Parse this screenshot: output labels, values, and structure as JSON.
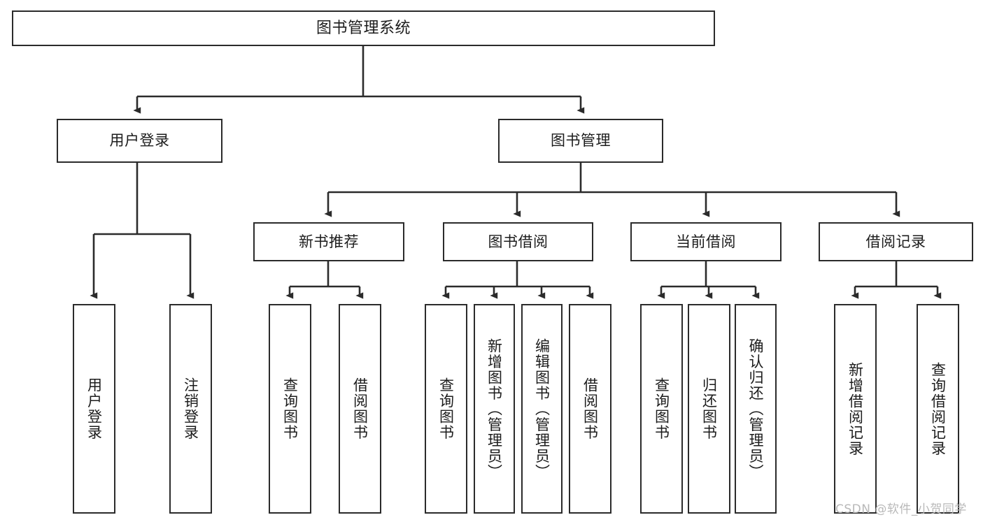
{
  "diagram": {
    "type": "tree-hierarchy",
    "title": "图书管理系统",
    "colors": {
      "stroke": "#2b2b2b",
      "fill": "#ffffff",
      "text": "#1c1c1c",
      "watermark": "#b9b9b9"
    },
    "watermark": "CSDN @软件_小贺同学",
    "levels": {
      "root": {
        "label": "图书管理系统"
      },
      "level1": [
        {
          "label": "用户登录"
        },
        {
          "label": "图书管理"
        }
      ],
      "level2": [
        {
          "label": "新书推荐"
        },
        {
          "label": "图书借阅"
        },
        {
          "label": "当前借阅"
        },
        {
          "label": "借阅记录"
        }
      ],
      "leaves": {
        "user_login": [
          {
            "label": "用户登录"
          },
          {
            "label": "注销登录"
          }
        ],
        "new_book_recommend": [
          {
            "label": "查询图书"
          },
          {
            "label": "借阅图书"
          }
        ],
        "book_borrow": [
          {
            "label": "查询图书"
          },
          {
            "label": "新增图书（管理员）"
          },
          {
            "label": "编辑图书（管理员）"
          },
          {
            "label": "借阅图书"
          }
        ],
        "current_borrow": [
          {
            "label": "查询图书"
          },
          {
            "label": "归还图书"
          },
          {
            "label": "确认归还（管理员）"
          }
        ],
        "borrow_record": [
          {
            "label": "新增借阅记录"
          },
          {
            "label": "查询借阅记录"
          }
        ]
      }
    }
  }
}
